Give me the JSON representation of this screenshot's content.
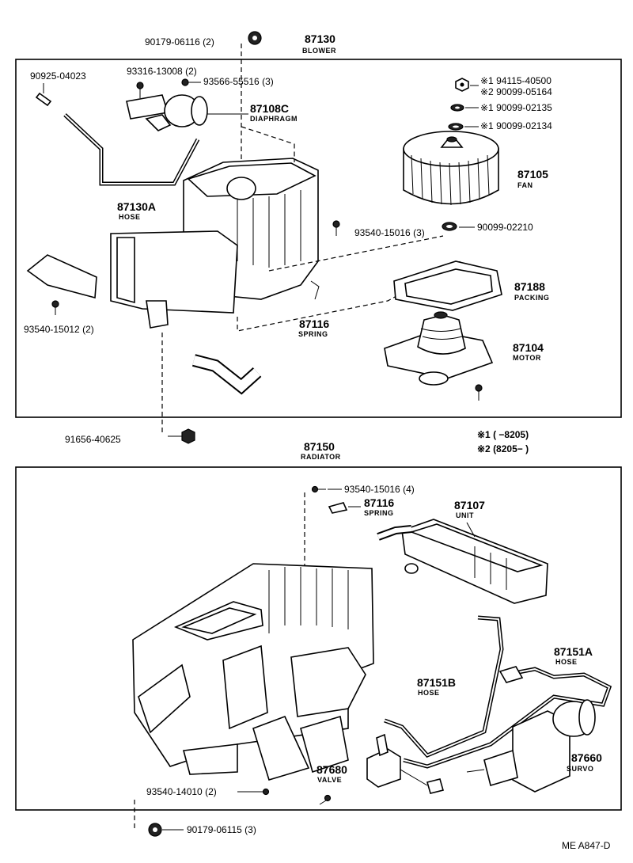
{
  "blower": {
    "number": "87130",
    "name": "BLOWER",
    "labels": {
      "p90179_top": "90179-06116 (2)",
      "p90925": "90925-04023",
      "p93316": "93316-13008 (2)",
      "p93566": "93566-55516 (3)",
      "diaphragm_no": "87108C",
      "diaphragm_name": "DIAPHRAGM",
      "hose_no": "87130A",
      "hose_name": "HOSE",
      "w1": "※1 94115-40500",
      "w2": "※2 90099-05164",
      "w3": "※1 90099-02135",
      "w4": "※1 90099-02134",
      "fan_no": "87105",
      "fan_name": "FAN",
      "p93540a": "93540-15016 (3)",
      "p90099": "90099-02210",
      "packing_no": "87188",
      "packing_name": "PACKING",
      "spring_no": "87116",
      "spring_name": "SPRING",
      "motor_no": "87104",
      "motor_name": "MOTOR",
      "p93540b": "93540-15012 (2)",
      "p91656": "91656-40625"
    },
    "legend": {
      "line1": "※1 (      −8205)",
      "line2": "※2 (8205−        )"
    }
  },
  "radiator": {
    "number": "87150",
    "name": "RADIATOR",
    "labels": {
      "p93540c": "93540-15016 (4)",
      "spring_no": "87116",
      "spring_name": "SPRING",
      "unit_no": "87107",
      "unit_name": "UNIT",
      "hose_a_no": "87151A",
      "hose_a_name": "HOSE",
      "hose_b_no": "87151B",
      "hose_b_name": "HOSE",
      "servo_no": "87660",
      "servo_name": "SURVO",
      "valve_no": "87680",
      "valve_name": "VALVE",
      "p93540d": "93540-14010 (2)",
      "p90179_bottom": "90179-06115 (3)"
    }
  },
  "footer": {
    "code": "ME  A847-D"
  },
  "icons": [
    "nut-icon",
    "screw-icon",
    "washer-icon",
    "bolt-icon"
  ]
}
